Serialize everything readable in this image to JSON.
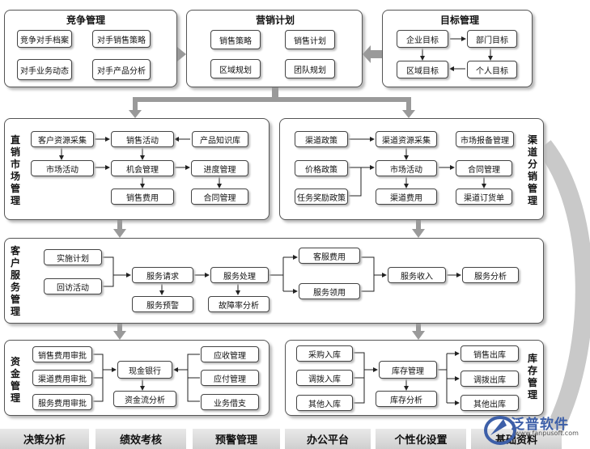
{
  "competition": {
    "title": "竞争管理",
    "items": [
      "竞争对手档案",
      "对手销售策略",
      "对手业务动态",
      "对手产品分析"
    ]
  },
  "marketing": {
    "title": "营销计划",
    "items": [
      "销售策略",
      "销售计划",
      "区域规划",
      "团队规划"
    ]
  },
  "target": {
    "title": "目标管理",
    "items": [
      "企业目标",
      "部门目标",
      "区域目标",
      "个人目标"
    ]
  },
  "direct_sales": {
    "title": "直销市场管理",
    "items": [
      "客户资源采集",
      "销售活动",
      "产品知识库",
      "市场活动",
      "机会管理",
      "进度管理",
      "销售费用",
      "合同管理"
    ]
  },
  "channel": {
    "title": "渠道分销管理",
    "items": [
      "渠道政策",
      "渠道资源采集",
      "市场报备管理",
      "价格政策",
      "市场活动",
      "合同管理",
      "任务奖励政策",
      "渠道费用",
      "渠道订货单"
    ]
  },
  "service": {
    "title": "客户服务管理",
    "items": [
      "实施计划",
      "回访活动",
      "服务请求",
      "服务预警",
      "服务处理",
      "故障率分析",
      "客服费用",
      "服务领用",
      "服务收入",
      "服务分析"
    ]
  },
  "finance": {
    "title": "资金管理",
    "items": [
      "销售费用审批",
      "渠道费用审批",
      "服务费用审批",
      "现金银行",
      "资金流分析",
      "应收管理",
      "应付管理",
      "业务借支"
    ]
  },
  "inventory": {
    "title": "库存管理",
    "items": [
      "采购入库",
      "调拨入库",
      "其他入库",
      "库存管理",
      "库存分析",
      "销售出库",
      "调拨出库",
      "其他出库"
    ]
  },
  "bottom_bar": [
    "决策分析",
    "绩效考核",
    "预警管理",
    "办公平台",
    "个性化设置",
    "基础资料"
  ],
  "brand": {
    "name": "泛普软件",
    "url": "www.fanpusoft.com"
  },
  "colors": {
    "arrow": "#9a9a9a",
    "border": "#555555",
    "logo": "#3d5fa8"
  }
}
